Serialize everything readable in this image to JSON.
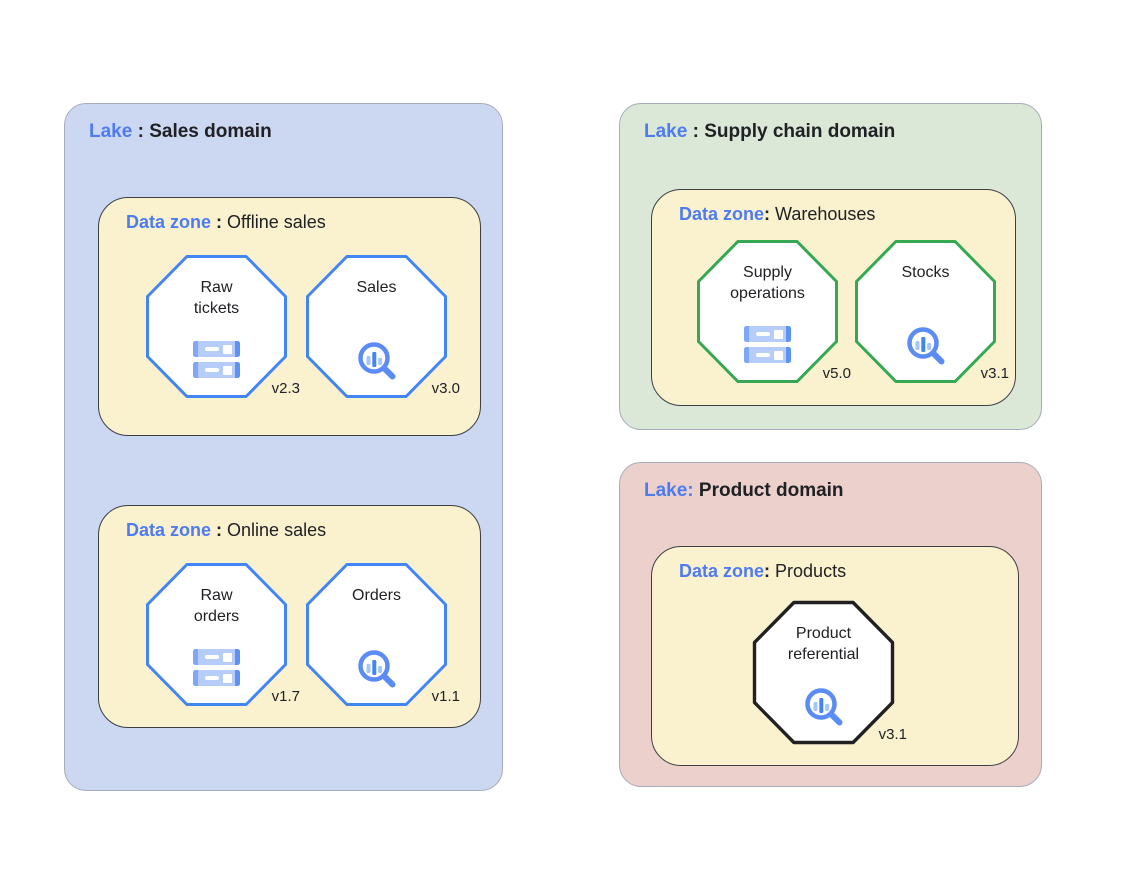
{
  "colors": {
    "accent_blue": "#4e7cf0",
    "octagon_blue": "#4285f4",
    "octagon_green": "#34a853",
    "octagon_black": "#212121",
    "zone_bg": "#faf1cf",
    "text_black": "#202124"
  },
  "lakes": [
    {
      "label": "Lake",
      "separator": " : ",
      "name": "Sales domain",
      "bg": "#ccd7f1",
      "zones": [
        {
          "label": "Data zone",
          "separator": " : ",
          "name": "Offline sales",
          "entities": [
            {
              "name": "Raw\ntickets",
              "version": "v2.3",
              "icon": "storage-icon",
              "border_color": "#4285f4"
            },
            {
              "name": "Sales",
              "version": "v3.0",
              "icon": "search-chart-icon",
              "border_color": "#4285f4"
            }
          ]
        },
        {
          "label": "Data zone",
          "separator": " : ",
          "name": "Online sales",
          "entities": [
            {
              "name": "Raw\norders",
              "version": "v1.7",
              "icon": "storage-icon",
              "border_color": "#4285f4"
            },
            {
              "name": "Orders",
              "version": "v1.1",
              "icon": "search-chart-icon",
              "border_color": "#4285f4"
            }
          ]
        }
      ]
    },
    {
      "label": "Lake",
      "separator": " : ",
      "name": "Supply chain domain",
      "bg": "#dbe7d7",
      "zones": [
        {
          "label": "Data zone",
          "separator": ": ",
          "name": "Warehouses",
          "entities": [
            {
              "name": "Supply\noperations",
              "version": "v5.0",
              "icon": "storage-icon",
              "border_color": "#34a853"
            },
            {
              "name": "Stocks",
              "version": "v3.1",
              "icon": "search-chart-icon",
              "border_color": "#34a853"
            }
          ]
        }
      ]
    },
    {
      "label": "Lake:",
      "separator": " ",
      "name": "Product domain",
      "bg": "#ecd0cc",
      "zones": [
        {
          "label": "Data zone",
          "separator": ": ",
          "name": "Products",
          "entities": [
            {
              "name": "Product\nreferential",
              "version": "v3.1",
              "icon": "search-chart-icon",
              "border_color": "#212121"
            }
          ]
        }
      ]
    }
  ]
}
